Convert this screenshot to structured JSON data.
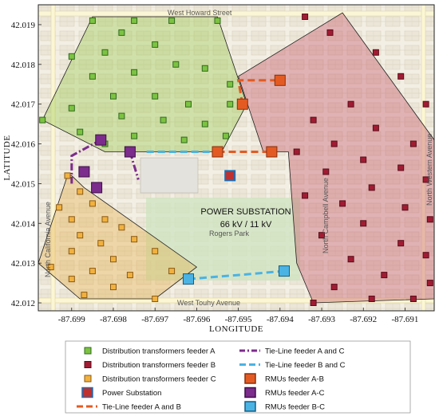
{
  "chart_data": {
    "type": "scatter",
    "title": "",
    "xlabel": "LONGITUDE",
    "ylabel": "LATITUDE",
    "xlim": [
      -87.6998,
      -87.6903
    ],
    "ylim": [
      42.0118,
      42.0195
    ],
    "x_ticks": [
      "-87.699",
      "-87.698",
      "-87.697",
      "-87.696",
      "-87.695",
      "-87.694",
      "-87.693",
      "-87.692",
      "-87.691"
    ],
    "x_tick_values": [
      -87.699,
      -87.698,
      -87.697,
      -87.696,
      -87.695,
      -87.694,
      -87.693,
      -87.692,
      -87.691
    ],
    "y_ticks": [
      "42.012",
      "42.013",
      "42.014",
      "42.015",
      "42.016",
      "42.017",
      "42.018",
      "42.019"
    ],
    "y_tick_values": [
      42.012,
      42.013,
      42.014,
      42.015,
      42.016,
      42.017,
      42.018,
      42.019
    ],
    "grid": false,
    "legend_placement": "below",
    "map_labels": {
      "top_street": "West Howard Street",
      "bottom_street": "West Touhy Avenue",
      "park": "Rogers Park",
      "left_avenue": "North California Avenue",
      "right_avenue_1": "North Campbell Avenue",
      "right_avenue_2": "North Western Avenue"
    },
    "annotations": [
      {
        "text": "POWER SUBSTATION",
        "x": -87.6954,
        "y": 42.01445
      },
      {
        "text": "66 kV / 11 kV",
        "x": -87.6954,
        "y": 42.01415
      }
    ],
    "regions": [
      {
        "name": "feeder A",
        "color": "#8fc63c",
        "polygon": [
          [
            -87.6997,
            42.0166
          ],
          [
            -87.6985,
            42.0192
          ],
          [
            -87.6955,
            42.0192
          ],
          [
            -87.6948,
            42.017
          ],
          [
            -87.6954,
            42.0158
          ],
          [
            -87.6982,
            42.0158
          ]
        ]
      },
      {
        "name": "feeder B",
        "color": "#c0425a",
        "polygon": [
          [
            -87.6944,
            42.0158
          ],
          [
            -87.695,
            42.0177
          ],
          [
            -87.6925,
            42.0193
          ],
          [
            -87.6903,
            42.0161
          ],
          [
            -87.6903,
            42.0121
          ],
          [
            -87.6932,
            42.012
          ],
          [
            -87.6936,
            42.013
          ],
          [
            -87.6938,
            42.0158
          ]
        ]
      },
      {
        "name": "feeder C",
        "color": "#e6a83c",
        "polygon": [
          [
            -87.699,
            42.0152
          ],
          [
            -87.6987,
            42.0149
          ],
          [
            -87.696,
            42.0129
          ],
          [
            -87.697,
            42.0121
          ],
          [
            -87.6988,
            42.0121
          ],
          [
            -87.6998,
            42.013
          ],
          [
            -87.6991,
            42.0152
          ]
        ]
      }
    ],
    "series": [
      {
        "name": "Distribution transformers feeder A",
        "marker": "square",
        "color": "#7dc242",
        "edge": "#2f6b1e",
        "points": [
          [
            -87.6997,
            42.0166
          ],
          [
            -87.6985,
            42.0191
          ],
          [
            -87.6975,
            42.0191
          ],
          [
            -87.6966,
            42.0191
          ],
          [
            -87.6955,
            42.0191
          ],
          [
            -87.6978,
            42.0188
          ],
          [
            -87.697,
            42.0185
          ],
          [
            -87.6982,
            42.0183
          ],
          [
            -87.699,
            42.0182
          ],
          [
            -87.6965,
            42.018
          ],
          [
            -87.6975,
            42.0178
          ],
          [
            -87.6985,
            42.0177
          ],
          [
            -87.6958,
            42.0179
          ],
          [
            -87.6952,
            42.0175
          ],
          [
            -87.698,
            42.0172
          ],
          [
            -87.697,
            42.0172
          ],
          [
            -87.6962,
            42.017
          ],
          [
            -87.6952,
            42.017
          ],
          [
            -87.699,
            42.0169
          ],
          [
            -87.6978,
            42.0167
          ],
          [
            -87.6968,
            42.0166
          ],
          [
            -87.6958,
            42.0165
          ],
          [
            -87.6988,
            42.0163
          ],
          [
            -87.6975,
            42.0162
          ],
          [
            -87.6963,
            42.0161
          ],
          [
            -87.6953,
            42.0162
          ],
          [
            -87.6982,
            42.016
          ]
        ]
      },
      {
        "name": "Distribution transformers feeder B",
        "marker": "square",
        "color": "#a01c33",
        "edge": "#5a0d1b",
        "points": [
          [
            -87.6934,
            42.0192
          ],
          [
            -87.6928,
            42.0188
          ],
          [
            -87.6917,
            42.0183
          ],
          [
            -87.6911,
            42.0177
          ],
          [
            -87.6905,
            42.017
          ],
          [
            -87.6923,
            42.017
          ],
          [
            -87.6932,
            42.0166
          ],
          [
            -87.6917,
            42.0164
          ],
          [
            -87.6908,
            42.016
          ],
          [
            -87.6927,
            42.016
          ],
          [
            -87.6936,
            42.0158
          ],
          [
            -87.692,
            42.0156
          ],
          [
            -87.6911,
            42.0154
          ],
          [
            -87.6929,
            42.0153
          ],
          [
            -87.6905,
            42.0151
          ],
          [
            -87.6918,
            42.0149
          ],
          [
            -87.6934,
            42.0147
          ],
          [
            -87.6925,
            42.0145
          ],
          [
            -87.691,
            42.0144
          ],
          [
            -87.6904,
            42.0141
          ],
          [
            -87.692,
            42.014
          ],
          [
            -87.693,
            42.0137
          ],
          [
            -87.6911,
            42.0135
          ],
          [
            -87.6905,
            42.0132
          ],
          [
            -87.6923,
            42.0131
          ],
          [
            -87.6915,
            42.0127
          ],
          [
            -87.6904,
            42.0125
          ],
          [
            -87.6927,
            42.0124
          ],
          [
            -87.6932,
            42.012
          ],
          [
            -87.6918,
            42.0121
          ],
          [
            -87.6908,
            42.0121
          ]
        ]
      },
      {
        "name": "Distribution transformers feeder C",
        "marker": "square",
        "color": "#f2b13f",
        "edge": "#8a5a12",
        "points": [
          [
            -87.6991,
            42.0152
          ],
          [
            -87.6988,
            42.0148
          ],
          [
            -87.6993,
            42.0144
          ],
          [
            -87.6985,
            42.0145
          ],
          [
            -87.699,
            42.0141
          ],
          [
            -87.6982,
            42.0141
          ],
          [
            -87.6988,
            42.0137
          ],
          [
            -87.6978,
            42.0139
          ],
          [
            -87.6983,
            42.0135
          ],
          [
            -87.6975,
            42.0136
          ],
          [
            -87.699,
            42.0133
          ],
          [
            -87.698,
            42.0131
          ],
          [
            -87.697,
            42.0133
          ],
          [
            -87.6985,
            42.0128
          ],
          [
            -87.6976,
            42.0127
          ],
          [
            -87.6966,
            42.0128
          ],
          [
            -87.6995,
            42.0129
          ],
          [
            -87.699,
            42.0126
          ],
          [
            -87.698,
            42.0124
          ],
          [
            -87.697,
            42.0121
          ],
          [
            -87.6987,
            42.0122
          ]
        ]
      },
      {
        "name": "Power Substation",
        "marker": "square",
        "color": "#c0302e",
        "edge": "#1c6fb5",
        "points": [
          [
            -87.6952,
            42.0152
          ]
        ]
      },
      {
        "name": "RMUs feeder A-B",
        "marker": "square",
        "color": "#e35b23",
        "edge": "#8a2f0c",
        "points": [
          [
            -87.6955,
            42.0158
          ],
          [
            -87.6949,
            42.017
          ],
          [
            -87.694,
            42.0176
          ],
          [
            -87.6942,
            42.0158
          ]
        ]
      },
      {
        "name": "RMUs feeder A-C",
        "marker": "square",
        "color": "#7c2c8c",
        "edge": "#3c0f46",
        "points": [
          [
            -87.6983,
            42.0161
          ],
          [
            -87.6976,
            42.0158
          ],
          [
            -87.6987,
            42.0153
          ],
          [
            -87.6984,
            42.0149
          ]
        ]
      },
      {
        "name": "RMUs feeder B-C",
        "marker": "square",
        "color": "#4ab3e4",
        "edge": "#155d85",
        "points": [
          [
            -87.6962,
            42.0126
          ],
          [
            -87.6939,
            42.0128
          ]
        ]
      }
    ],
    "tie_lines": [
      {
        "name": "Tie-Line feeder A and B",
        "color": "#e35b23",
        "dash": "dash",
        "paths": [
          [
            [
              -87.6955,
              42.0158
            ],
            [
              -87.6942,
              42.0158
            ]
          ],
          [
            [
              -87.6949,
              42.017
            ],
            [
              -87.695,
              42.0176
            ],
            [
              -87.694,
              42.0176
            ]
          ]
        ]
      },
      {
        "name": "Tie-Line feeder A and C",
        "color": "#7c2c8c",
        "dash": "dashdot",
        "paths": [
          [
            [
              -87.6983,
              42.0161
            ],
            [
              -87.699,
              42.0157
            ],
            [
              -87.699,
              42.015
            ]
          ],
          [
            [
              -87.6976,
              42.0158
            ],
            [
              -87.6974,
              42.0151
            ]
          ]
        ]
      },
      {
        "name": "Tie-Line feeder B and C",
        "color": "#4ab3e4",
        "dash": "dash",
        "paths": [
          [
            [
              -87.6962,
              42.0126
            ],
            [
              -87.695,
              42.0127
            ],
            [
              -87.6939,
              42.0128
            ]
          ],
          [
            [
              -87.6972,
              42.0158
            ],
            [
              -87.6955,
              42.0158
            ]
          ]
        ]
      }
    ],
    "legend": [
      {
        "label": "Distribution transformers feeder A",
        "kind": "marker",
        "color": "#7dc242",
        "edge": "#2f6b1e"
      },
      {
        "label": "Tie-Line feeder A and C",
        "kind": "dashdot",
        "color": "#7c2c8c"
      },
      {
        "label": "Distribution transformers feeder B",
        "kind": "marker",
        "color": "#a01c33",
        "edge": "#5a0d1b"
      },
      {
        "label": "Tie-Line feeder B and C",
        "kind": "dash",
        "color": "#4ab3e4"
      },
      {
        "label": "Distribution transformers feeder C",
        "kind": "marker",
        "color": "#f2b13f",
        "edge": "#8a5a12"
      },
      {
        "label": "RMUs feeder A-B",
        "kind": "bigmarker",
        "color": "#e35b23",
        "edge": "#8a2f0c"
      },
      {
        "label": "Power Substation",
        "kind": "bigmarker",
        "color": "#c0302e",
        "edge": "#1c6fb5"
      },
      {
        "label": "RMUs feeder A-C",
        "kind": "bigmarker",
        "color": "#7c2c8c",
        "edge": "#3c0f46"
      },
      {
        "label": "Tie-Line feeder A and B",
        "kind": "dash",
        "color": "#e35b23"
      },
      {
        "label": "RMUs feeder B-C",
        "kind": "bigmarker",
        "color": "#4ab3e4",
        "edge": "#155d85"
      }
    ]
  }
}
